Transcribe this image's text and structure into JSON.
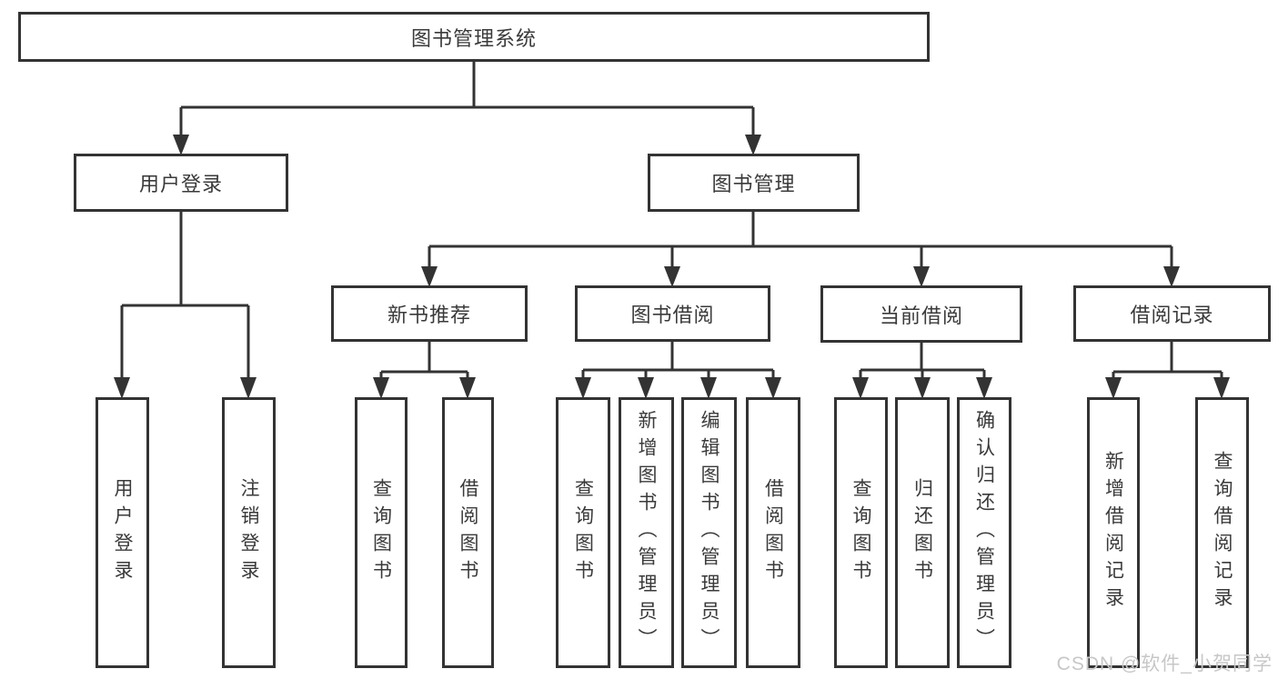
{
  "diagram": {
    "root": {
      "label": "图书管理系统"
    },
    "level2": [
      {
        "label": "用户登录"
      },
      {
        "label": "图书管理"
      }
    ],
    "level3": [
      {
        "label": "新书推荐"
      },
      {
        "label": "图书借阅"
      },
      {
        "label": "当前借阅"
      },
      {
        "label": "借阅记录"
      }
    ],
    "leaves": [
      {
        "label": "用户登录"
      },
      {
        "label": "注销登录"
      },
      {
        "label": "查询图书"
      },
      {
        "label": "借阅图书"
      },
      {
        "label": "查询图书"
      },
      {
        "label": "新增图书（管理员）"
      },
      {
        "label": "编辑图书（管理员）"
      },
      {
        "label": "借阅图书"
      },
      {
        "label": "查询图书"
      },
      {
        "label": "归还图书"
      },
      {
        "label": "确认归还（管理员）"
      },
      {
        "label": "新增借阅记录"
      },
      {
        "label": "查询借阅记录"
      }
    ],
    "line_color": "#333333"
  },
  "watermark": {
    "text": "CSDN @软件_小贺同学",
    "color": "#c7c7c7"
  }
}
